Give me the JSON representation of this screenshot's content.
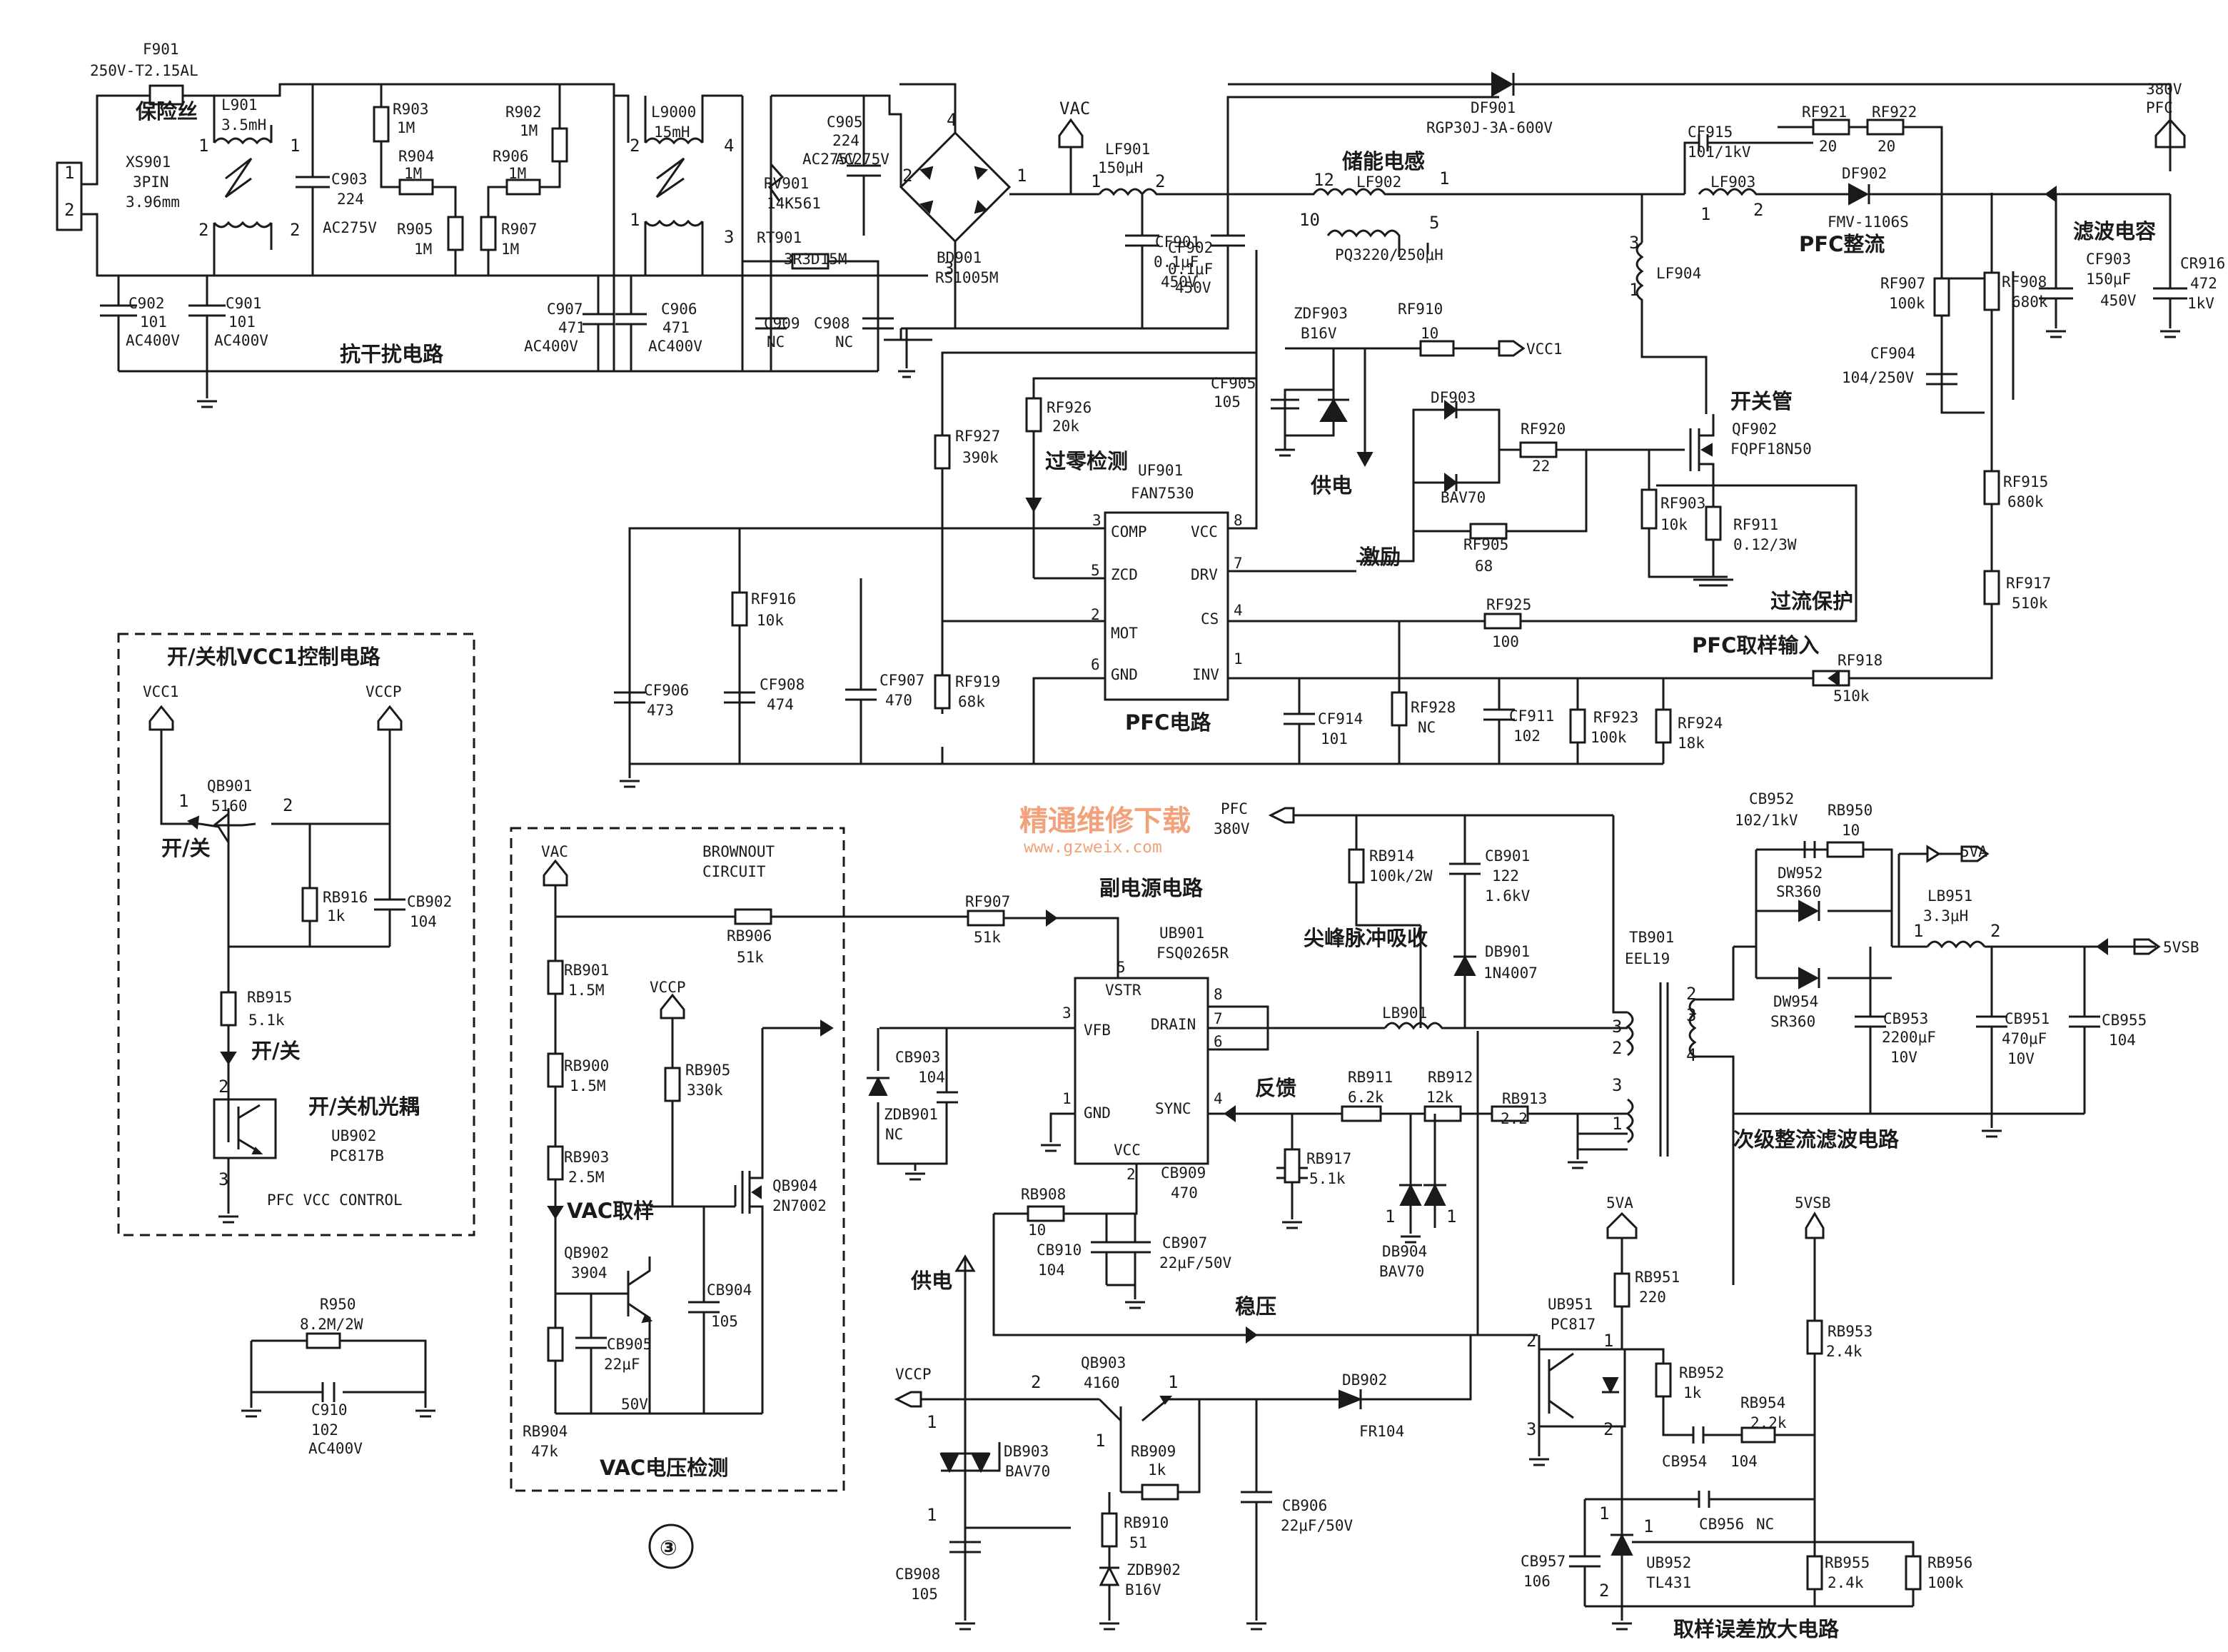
{
  "circuit_number": "③",
  "watermark": {
    "cn": "精通维修下载",
    "url": "www.gzweix.com"
  },
  "section_titles": {
    "emi": "抗干扰电路",
    "pfc": "PFC电路",
    "standby": "副电源电路",
    "secondary": "次级整流滤波电路",
    "error_amp": "取样误差放大电路",
    "brownout": "VAC电压检测",
    "onoff": "开/关机VCC1控制电路"
  },
  "annotations": {
    "fuse": "保险丝",
    "storage_inductor": "储能电感",
    "filter_cap": "滤波电容",
    "pfc_rectify": "PFC整流",
    "switch_tube": "开关管",
    "zero_cross": "过零检测",
    "supply": "供电",
    "drive": "激励",
    "overcurrent": "过流保护",
    "pfc_sample_in": "PFC取样输入",
    "spike_absorb": "尖峰脉冲吸收",
    "feedback": "反馈",
    "stabilize": "稳压",
    "supply2": "供电",
    "vac_sample": "VAC取样",
    "on_off": "开/关",
    "on_off2": "开/关",
    "opto_title": "开/关机光耦",
    "brownout_circuit": [
      "BROWNOUT",
      "CIRCUIT"
    ],
    "pfc_vcc_control": "PFC VCC CONTROL"
  },
  "nets": {
    "vac": "VAC",
    "vcc1": "VCC1",
    "vccp": "VCCP",
    "vcc1_b": "VCC1",
    "vccp_b": "VCCP",
    "vac_b": "VAC",
    "pfc_380": [
      "380V",
      "PFC"
    ],
    "pfc_in": [
      "PFC",
      "380V"
    ],
    "v5va": "5VA",
    "v5vsb": "5VSB",
    "v5va_b": "5VA",
    "v5vsb_b": "5VSB",
    "vccp_c": "VCCP"
  },
  "ics": {
    "uf901": {
      "ref": "UF901",
      "part": "FAN7530",
      "caption": "PFC电路",
      "pins": {
        "comp": "COMP",
        "zcd": "ZCD",
        "mot": "MOT",
        "gnd": "GND",
        "vcc": "VCC",
        "drv": "DRV",
        "cs": "CS",
        "inv": "INV"
      },
      "pin_nums": [
        "3",
        "5",
        "2",
        "6",
        "8",
        "7",
        "4",
        "1"
      ]
    },
    "ub901": {
      "ref": "UB901",
      "part": "FSQ0265R",
      "pins": {
        "vstr": "VSTR",
        "vfb": "VFB",
        "gnd": "GND",
        "vcc": "VCC",
        "drain": "DRAIN",
        "sync": "SYNC"
      },
      "pin_nums": [
        "5",
        "3",
        "1",
        "2",
        "8",
        "7",
        "6",
        "4"
      ]
    }
  },
  "components": {
    "f901": [
      "F901",
      "250V-T2.15AL"
    ],
    "xs901": [
      "XS901",
      "3PIN",
      "3.96mm"
    ],
    "l901": [
      "L901",
      "3.5mH"
    ],
    "c902": [
      "C902",
      "101",
      "AC400V"
    ],
    "c901": [
      "C901",
      "101",
      "AC400V"
    ],
    "c903": [
      "C903",
      "224",
      "AC275V"
    ],
    "r903": [
      "R903",
      "1M"
    ],
    "r904": [
      "R904",
      "1M"
    ],
    "r905": [
      "R905",
      "1M"
    ],
    "r902": [
      "R902",
      "1M"
    ],
    "r906": [
      "R906",
      "1M"
    ],
    "r907": [
      "R907",
      "1M"
    ],
    "l9000": [
      "L9000",
      "15mH"
    ],
    "c907": [
      "C907",
      "471",
      "AC400V"
    ],
    "c906": [
      "C906",
      "471",
      "AC400V"
    ],
    "rv901": [
      "RV901",
      "14K561"
    ],
    "rt901": [
      "RT901",
      "3R3D15M"
    ],
    "c905": [
      "C905",
      "224",
      "AC275V"
    ],
    "c909": [
      "C909",
      "NC"
    ],
    "c908": [
      "C908",
      "NC"
    ],
    "bd901": [
      "BD901",
      "RS1005M"
    ],
    "lf901": [
      "LF901",
      "150μH"
    ],
    "cf901": [
      "CF901",
      "0.1μF",
      "450V"
    ],
    "cf902": [
      "CF902",
      "0.1μF",
      "450V"
    ],
    "df901": [
      "DF901",
      "RGP30J-3A-600V"
    ],
    "lf902": [
      "LF902",
      "PQ3220/250μH"
    ],
    "cf915": [
      "CF915",
      "101/1kV"
    ],
    "lf903": [
      "LF903"
    ],
    "rf921": [
      "RF921",
      "20"
    ],
    "rf922": [
      "RF922",
      "20"
    ],
    "df902": [
      "DF902",
      "FMV-1106S"
    ],
    "lf904": [
      "LF904"
    ],
    "rf907": [
      "RF907",
      "100k"
    ],
    "rf908": [
      "RF908",
      "680k"
    ],
    "cf903": [
      "CF903",
      "150μF",
      "450V"
    ],
    "cr916": [
      "CR916",
      "472",
      "1kV"
    ],
    "cf904": [
      "CF904",
      "104/250V"
    ],
    "zdf903": [
      "ZDF903",
      "B16V"
    ],
    "rf910": [
      "RF910",
      "10"
    ],
    "cf905": [
      "CF905",
      "105"
    ],
    "df903": [
      "DF903",
      "BAV70"
    ],
    "rf920": [
      "RF920",
      "22"
    ],
    "qf902": [
      "QF902",
      "FQPF18N50"
    ],
    "rf903": [
      "RF903",
      "10k"
    ],
    "rf911": [
      "RF911",
      "0.12/3W"
    ],
    "rf905": [
      "RF905",
      "68"
    ],
    "rf915": [
      "RF915",
      "680k"
    ],
    "rf917": [
      "RF917",
      "510k"
    ],
    "rf926": [
      "RF926",
      "20k"
    ],
    "rf927": [
      "RF927",
      "390k"
    ],
    "rf916": [
      "RF916",
      "10k"
    ],
    "cf906": [
      "CF906",
      "473"
    ],
    "cf908": [
      "CF908",
      "474"
    ],
    "cf907": [
      "CF907",
      "470"
    ],
    "rf919": [
      "RF919",
      "68k"
    ],
    "rf925": [
      "RF925",
      "100"
    ],
    "rf918": [
      "RF918",
      "510k"
    ],
    "cf914": [
      "CF914",
      "101"
    ],
    "rf928": [
      "RF928",
      "NC"
    ],
    "cf911": [
      "CF911",
      "102"
    ],
    "rf923": [
      "RF923",
      "100k"
    ],
    "rf924": [
      "RF924",
      "18k"
    ],
    "qb901": [
      "QB901",
      "5160"
    ],
    "rb916": [
      "RB916",
      "1k"
    ],
    "cb902": [
      "CB902",
      "104"
    ],
    "rb915": [
      "RB915",
      "5.1k"
    ],
    "ub902": [
      "UB902",
      "PC817B"
    ],
    "r950": [
      "R950",
      "8.2M/2W"
    ],
    "c910": [
      "C910",
      "102",
      "AC400V"
    ],
    "rb901": [
      "RB901",
      "1.5M"
    ],
    "rb900": [
      "RB900",
      "1.5M"
    ],
    "rb903": [
      "RB903",
      "2.5M"
    ],
    "rb904": [
      "RB904",
      "47k"
    ],
    "qb902": [
      "QB902",
      "3904"
    ],
    "cb905": [
      "CB905",
      "22μF",
      "50V"
    ],
    "rb905": [
      "RB905",
      "330k"
    ],
    "cb904": [
      "CB904",
      "105"
    ],
    "qb904": [
      "QB904",
      "2N7002"
    ],
    "rb906": [
      "RB906",
      "51k"
    ],
    "rf907b": [
      "RF907",
      "51k"
    ],
    "rb914": [
      "RB914",
      "100k/2W"
    ],
    "cb901": [
      "CB901",
      "122",
      "1.6kV"
    ],
    "db901": [
      "DB901",
      "1N4007"
    ],
    "cb903": [
      "CB903",
      "104"
    ],
    "zdb901": [
      "ZDB901",
      "NC"
    ],
    "lb901": [
      "LB901"
    ],
    "rb911": [
      "RB911",
      "6.2k"
    ],
    "rb912": [
      "RB912",
      "12k"
    ],
    "rb913": [
      "RB913",
      "2.2"
    ],
    "rb917": [
      "RB917",
      "5.1k"
    ],
    "cb909": [
      "CB909",
      "470"
    ],
    "db904": [
      "DB904",
      "BAV70"
    ],
    "rb908": [
      "RB908",
      "10"
    ],
    "cb910": [
      "CB910",
      "104"
    ],
    "cb907": [
      "CB907",
      "22μF/50V"
    ],
    "tb901": [
      "TB901",
      "EEL19"
    ],
    "cb952": [
      "CB952",
      "102/1kV"
    ],
    "rb950": [
      "RB950",
      "10"
    ],
    "dw952": [
      "DW952",
      "SR360"
    ],
    "dw954": [
      "DW954",
      "SR360"
    ],
    "lb951": [
      "LB951",
      "3.3μH"
    ],
    "cb953": [
      "CB953",
      "2200μF",
      "10V"
    ],
    "cb951": [
      "CB951",
      "470μF",
      "10V"
    ],
    "cb955": [
      "CB955",
      "104"
    ],
    "qb903": [
      "QB903",
      "4160"
    ],
    "db902": [
      "DB902",
      "FR104"
    ],
    "db903": [
      "DB903",
      "BAV70"
    ],
    "rb909": [
      "RB909",
      "1k"
    ],
    "rb910": [
      "RB910",
      "51"
    ],
    "zdb902": [
      "ZDB902",
      "B16V"
    ],
    "cb906": [
      "CB906",
      "22μF/50V"
    ],
    "cb908": [
      "CB908",
      "105"
    ],
    "rb951": [
      "RB951",
      "220"
    ],
    "ub951": [
      "UB951",
      "PC817"
    ],
    "rb952": [
      "RB952",
      "1k"
    ],
    "rb954": [
      "RB954",
      "2.2k"
    ],
    "cb954": [
      "CB954",
      "104"
    ],
    "cb956": [
      "CB956",
      "NC"
    ],
    "rb953": [
      "RB953",
      "2.4k"
    ],
    "ub952": [
      "UB952",
      "TL431"
    ],
    "cb957": [
      "CB957",
      "106"
    ],
    "rb955": [
      "RB955",
      "2.4k"
    ],
    "rb956": [
      "RB956",
      "100k"
    ]
  },
  "pin_labels": [
    "1",
    "2",
    "1",
    "2",
    "3",
    "4",
    "1",
    "2",
    "3",
    "4",
    "1",
    "2",
    "1",
    "2",
    "3",
    "4",
    "12",
    "1",
    "10",
    "5",
    "1",
    "2",
    "3",
    "1",
    "2",
    "3",
    "1",
    "2",
    "1",
    "2",
    "3",
    "4",
    "1",
    "2",
    "3",
    "1",
    "2",
    "3",
    "4",
    "5",
    "6",
    "7",
    "8",
    "1",
    "2",
    "3"
  ]
}
